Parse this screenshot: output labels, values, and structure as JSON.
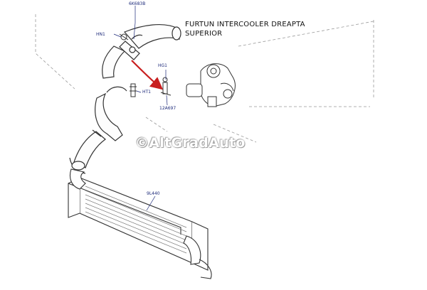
{
  "title": {
    "line1": "FURTUN INTERCOOLER DREAPTA",
    "line2": "SUPERIOR"
  },
  "watermark": "©AltGradAuto",
  "part_labels": {
    "hose_top": "6K683B",
    "clamp_left": "HN1",
    "fitting_right": "HG1",
    "sensor": "HT1",
    "sensor_small": "12A697",
    "intercooler": "9L440"
  },
  "colors": {
    "line": "#333333",
    "label": "#1d2a7a",
    "arrow": "#c81e1e"
  }
}
